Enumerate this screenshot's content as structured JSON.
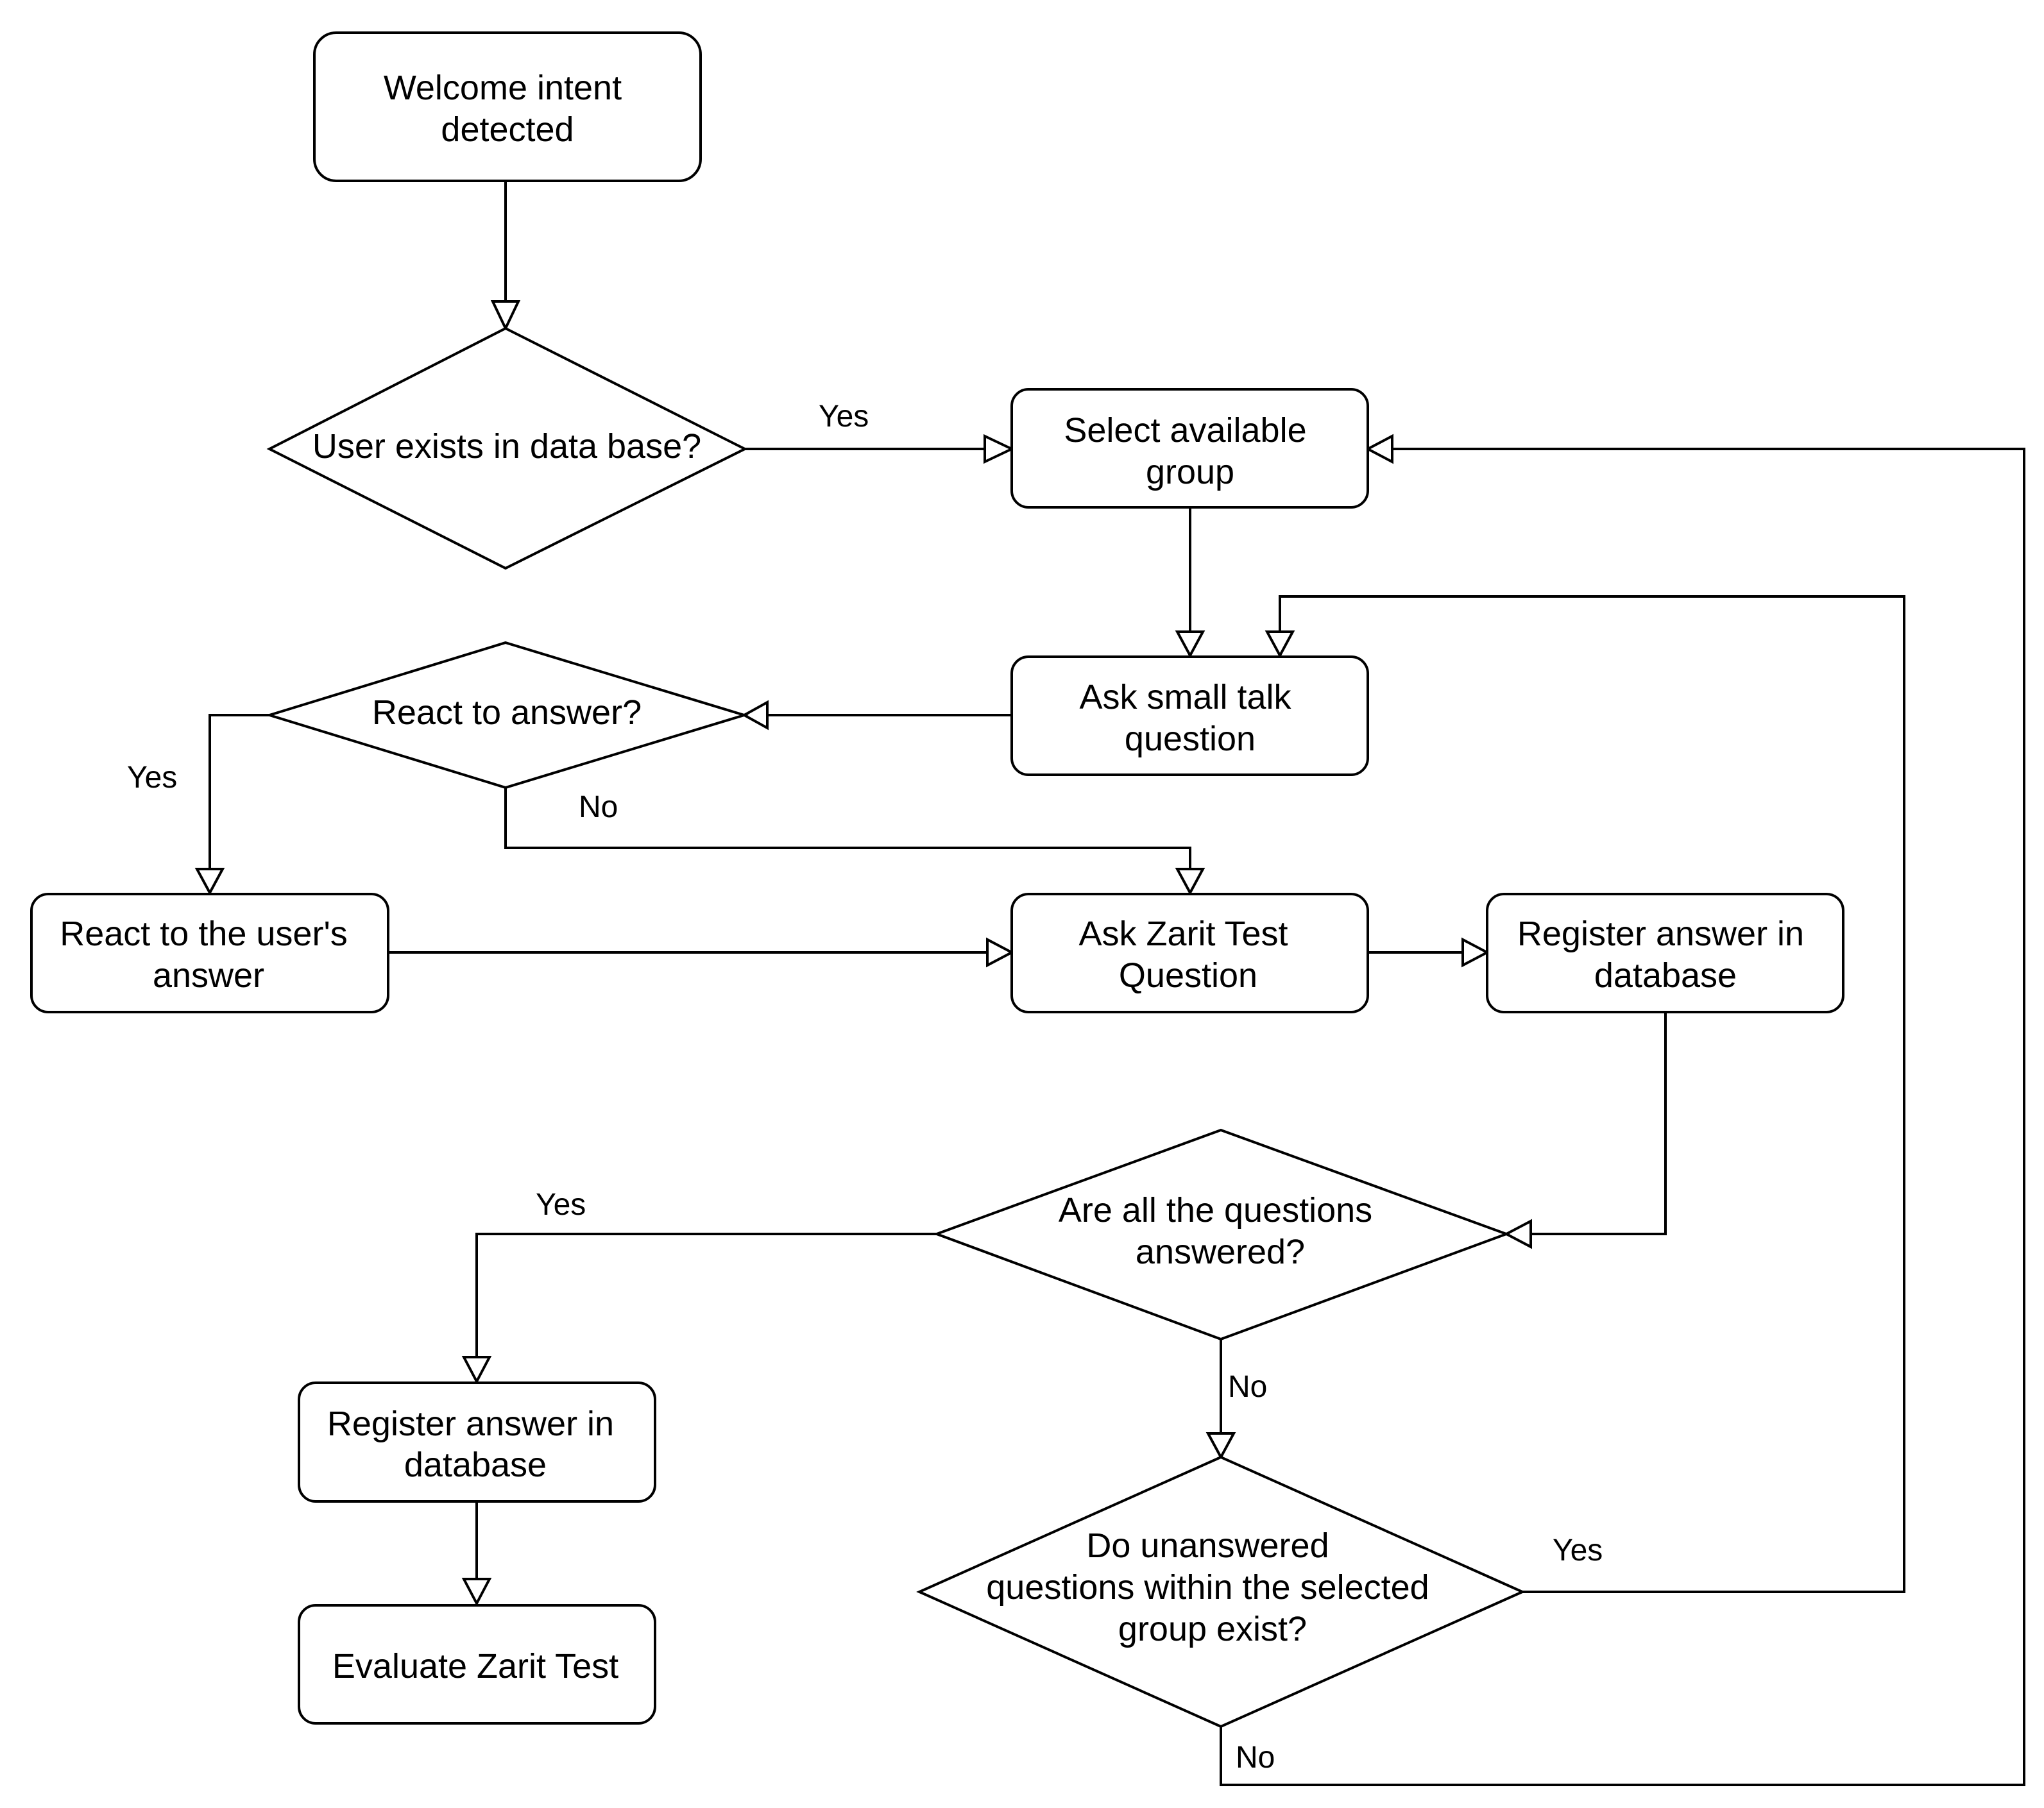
{
  "nodes": {
    "welcome": {
      "lines": [
        "Welcome intent",
        "detected"
      ]
    },
    "user_exists": {
      "lines": [
        "User exists in data base?"
      ]
    },
    "select_group": {
      "lines": [
        "Select available",
        "group"
      ]
    },
    "react_decision": {
      "lines": [
        "React to answer?"
      ]
    },
    "small_talk": {
      "lines": [
        "Ask  small talk",
        "question"
      ]
    },
    "react_user": {
      "lines": [
        "React to the user's",
        "answer"
      ]
    },
    "zarit_question": {
      "lines": [
        "Ask Zarit Test",
        "Question"
      ]
    },
    "register_1": {
      "lines": [
        "Register answer in",
        "database"
      ]
    },
    "all_answered": {
      "lines": [
        "Are all the questions",
        "answered?"
      ]
    },
    "register_2": {
      "lines": [
        "Register answer in",
        "database"
      ]
    },
    "unanswered_exist": {
      "lines": [
        "Do unanswered",
        "questions within the selected",
        "group exist?"
      ]
    },
    "evaluate": {
      "lines": [
        "Evaluate Zarit Test"
      ]
    }
  },
  "edge_labels": {
    "user_exists_yes": "Yes",
    "react_yes": "Yes",
    "react_no": "No",
    "all_answered_yes": "Yes",
    "all_answered_no": "No",
    "unanswered_yes": "Yes",
    "unanswered_no": "No"
  }
}
